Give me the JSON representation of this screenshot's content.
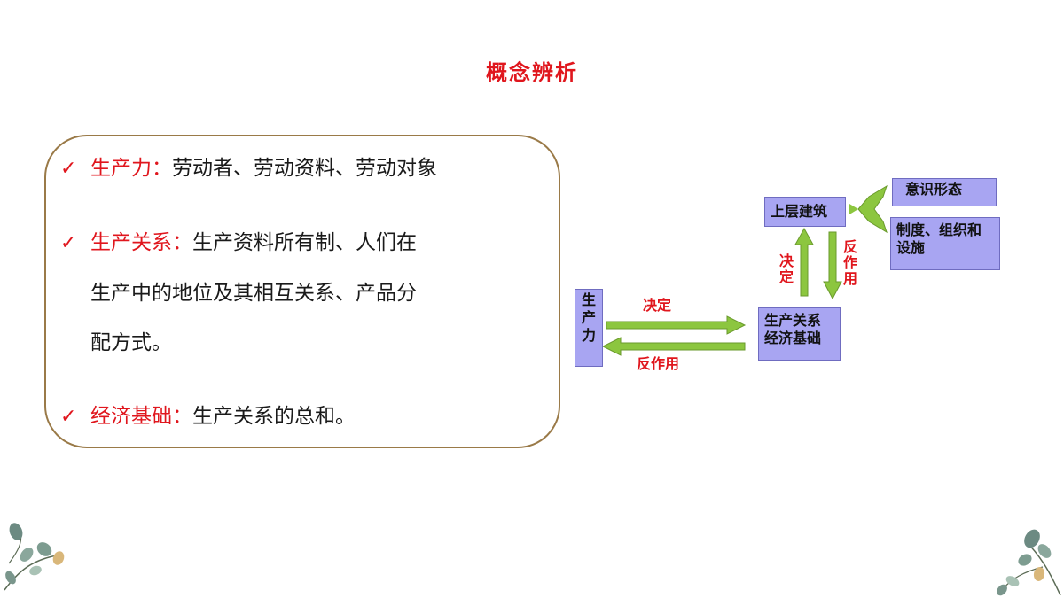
{
  "slide": {
    "title": "概念辨析"
  },
  "concepts": [
    {
      "term": "生产力：",
      "definition": "劳动者、劳动资料、劳动对象"
    },
    {
      "term": "生产关系：",
      "definition": "生产资料所有制、人们在",
      "continuation": [
        "生产中的地位及其相互关系、产品分",
        "配方式。"
      ]
    },
    {
      "term": "经济基础：",
      "definition": "生产关系的总和。"
    }
  ],
  "diagram": {
    "productive_forces": "生产力",
    "economic_base": [
      "生产关系",
      "经济基础"
    ],
    "superstructure": "上层建筑",
    "ideology": "意识形态",
    "institutions": [
      "制度、组织和",
      "设施"
    ],
    "determine_label": "决定",
    "react_label": "反作用",
    "determine_vertical": "决定",
    "react_vertical": "反作用"
  },
  "colors": {
    "accent_red": "#e0161d",
    "node_fill": "#a8a5f2",
    "arrow_green": "#8cc63f",
    "border_tan": "#9a7a48"
  },
  "icons": {
    "bullet": "check-icon",
    "decor_left": "leaf-decoration-icon",
    "decor_right": "leaf-decoration-icon"
  }
}
